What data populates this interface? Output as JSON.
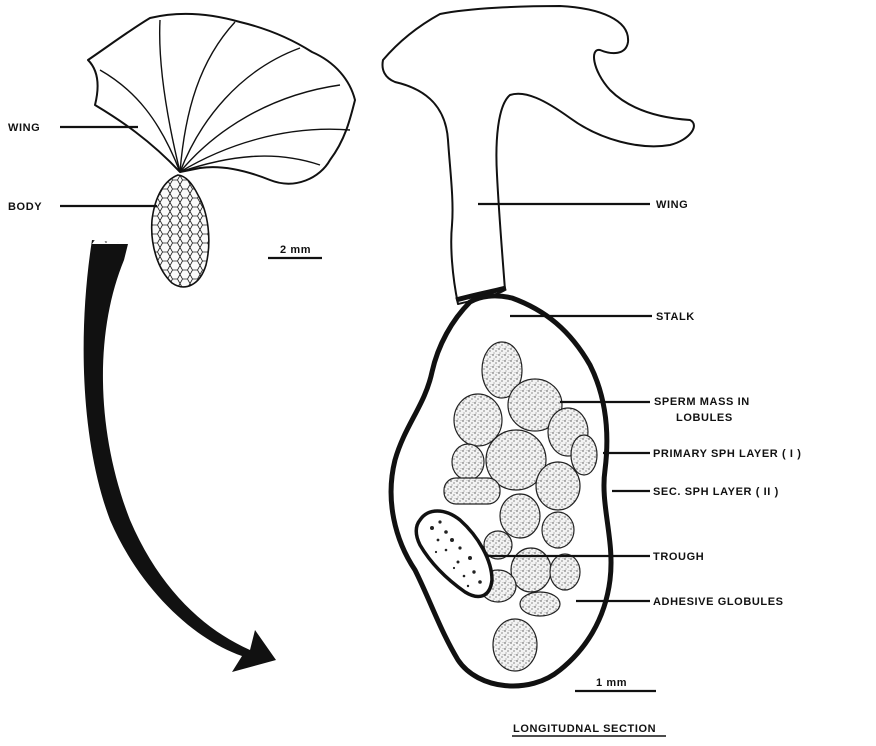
{
  "labels": {
    "wing_left": "WING",
    "body": "BODY",
    "scale_2mm": "2 mm",
    "wing_right": "WING",
    "stalk": "STALK",
    "sperm_mass_line1": "SPERM MASS IN",
    "sperm_mass_line2": "LOBULES",
    "primary_layer": "PRIMARY SPH LAYER ( I )",
    "secondary_layer": "SEC. SPH LAYER ( II )",
    "trough": "TROUGH",
    "adhesive": "ADHESIVE GLOBULES",
    "scale_1mm": "1 mm",
    "section_title": "LONGITUDNAL SECTION"
  },
  "colors": {
    "ink": "#111111",
    "paper": "#ffffff",
    "stipple": "#555555"
  }
}
